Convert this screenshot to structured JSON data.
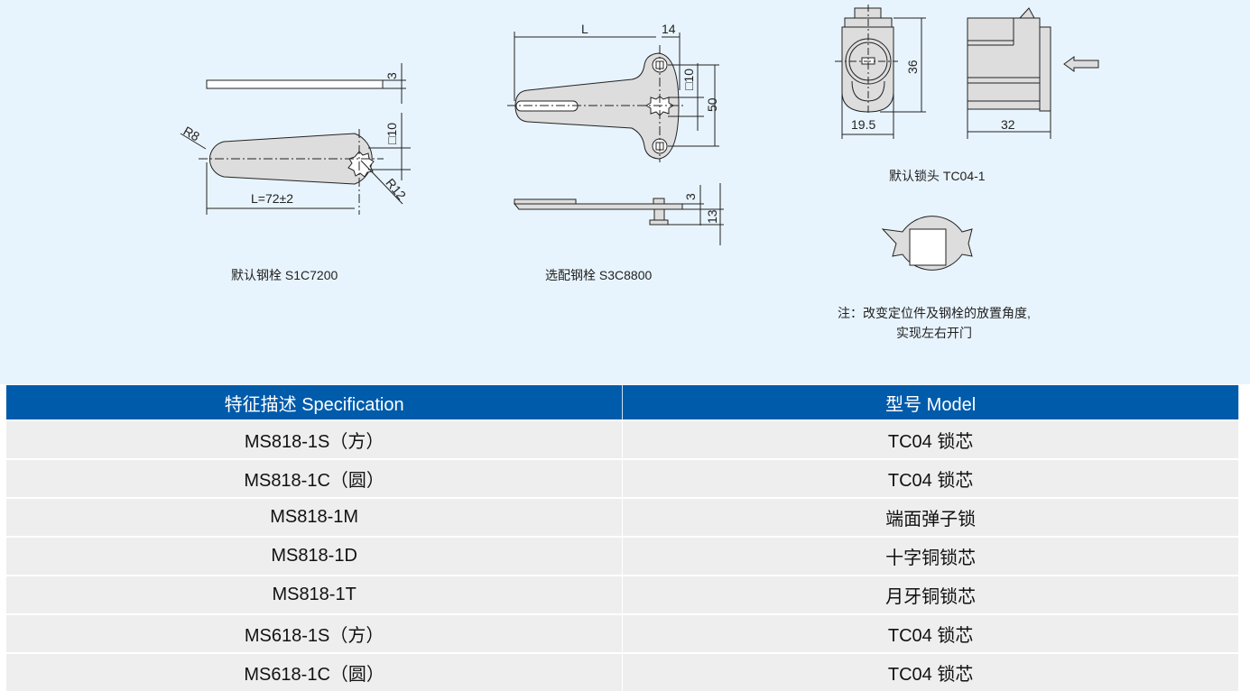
{
  "drawings": {
    "s1c7200": {
      "caption": "默认钢栓 S1C7200",
      "dim_thickness": "3",
      "dim_square": "□10",
      "dim_r_small": "R8",
      "dim_r_large": "R12",
      "dim_length": "L=72±2"
    },
    "s3c8800": {
      "caption": "选配钢栓 S3C8800",
      "dim_length": "L",
      "dim_offset": "14",
      "dim_square": "□10",
      "dim_pitch": "50",
      "dim_thickness": "3",
      "dim_height": "13"
    },
    "tc04": {
      "caption": "默认锁头 TC04-1",
      "dim_height": "36",
      "dim_width": "19.5",
      "dim_depth": "32"
    },
    "note": {
      "line1": "注：改变定位件及钢栓的放置角度,",
      "line2": "实现左右开门"
    }
  },
  "table": {
    "headers": [
      "特征描述 Specification",
      "型号 Model"
    ],
    "rows": [
      [
        "MS818-1S（方）",
        "TC04 锁芯"
      ],
      [
        "MS818-1C（圆）",
        "TC04 锁芯"
      ],
      [
        "MS818-1M",
        "端面弹子锁"
      ],
      [
        "MS818-1D",
        "十字铜锁芯"
      ],
      [
        "MS818-1T",
        "月牙铜锁芯"
      ],
      [
        "MS618-1S（方）",
        "TC04 锁芯"
      ],
      [
        "MS618-1C（圆）",
        "TC04 锁芯"
      ]
    ]
  }
}
